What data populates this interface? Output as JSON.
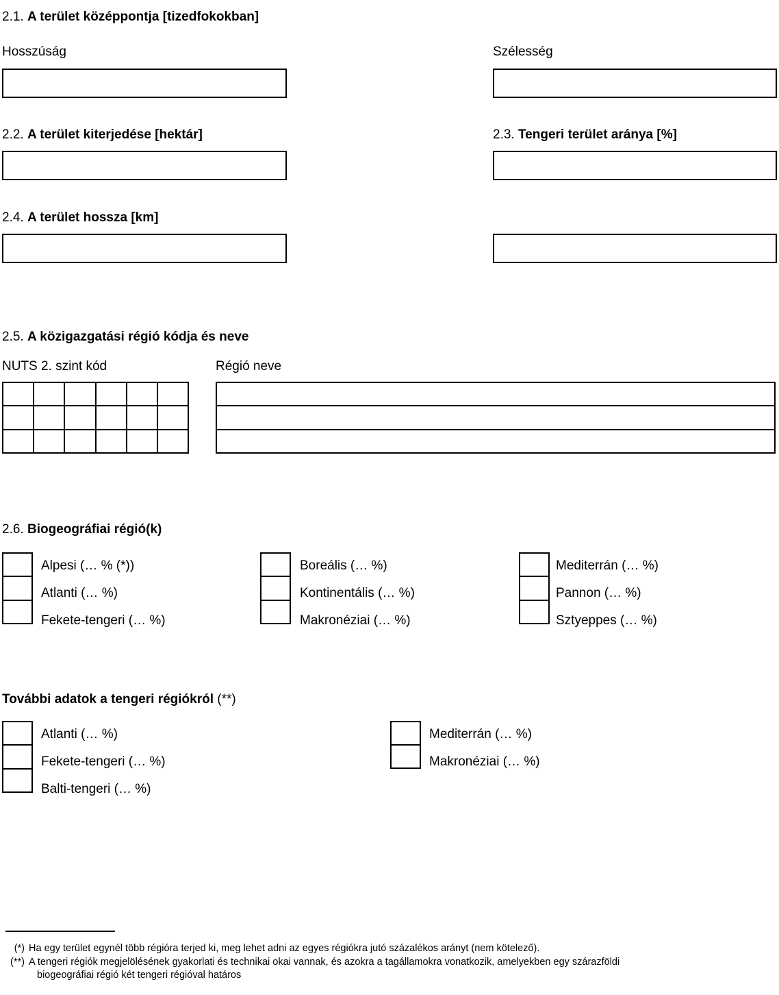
{
  "document": {
    "language": "hu"
  },
  "sections": {
    "s21": {
      "number": "2.1.",
      "title": "A terület középpontja [tizedfokokban]",
      "longitude_label": "Hosszúság",
      "latitude_label": "Szélesség",
      "longitude_value": "",
      "latitude_value": ""
    },
    "s22": {
      "number": "2.2.",
      "title": "A terület kiterjedése [hektár]",
      "value": ""
    },
    "s23": {
      "number": "2.3.",
      "title": "Tengeri terület aránya [%]",
      "value": ""
    },
    "s24": {
      "number": "2.4.",
      "title": "A terület hossza [km]",
      "value": "",
      "extra_value": ""
    },
    "s25": {
      "number": "2.5.",
      "title": "A közigazgatási régió kódja és neve",
      "nuts_label": "NUTS 2. szint kód",
      "region_label": "Régió neve",
      "nuts_columns": 6,
      "nuts_rows": 3,
      "nuts_values": [
        [
          "",
          "",
          "",
          "",
          "",
          ""
        ],
        [
          "",
          "",
          "",
          "",
          "",
          ""
        ],
        [
          "",
          "",
          "",
          "",
          "",
          ""
        ]
      ],
      "region_names": [
        "",
        "",
        ""
      ]
    },
    "s26": {
      "number": "2.6.",
      "title": "Biogeográfiai régió(k)",
      "columns": [
        {
          "items": [
            {
              "label": "Alpesi (… % (*))",
              "checked": false
            },
            {
              "label": "Atlanti (… %)",
              "checked": false
            },
            {
              "label": "Fekete-tengeri (… %)",
              "checked": false
            }
          ]
        },
        {
          "items": [
            {
              "label": "Boreális (… %)",
              "checked": false
            },
            {
              "label": "Kontinentális (… %)",
              "checked": false
            },
            {
              "label": "Makronéziai (… %)",
              "checked": false
            }
          ]
        },
        {
          "items": [
            {
              "label": "Mediterrán (… %)",
              "checked": false
            },
            {
              "label": "Pannon (… %)",
              "checked": false
            },
            {
              "label": "Sztyeppes (… %)",
              "checked": false
            }
          ]
        }
      ]
    },
    "marine": {
      "title": "További adatok a tengeri régiókról",
      "title_note": "(**)",
      "columns": [
        {
          "items": [
            {
              "label": "Atlanti (… %)",
              "checked": false
            },
            {
              "label": "Fekete-tengeri (… %)",
              "checked": false
            },
            {
              "label": "Balti-tengeri (… %)",
              "checked": false
            }
          ]
        },
        {
          "items": [
            {
              "label": "Mediterrán (… %)",
              "checked": false
            },
            {
              "label": "Makronéziai (… %)",
              "checked": false
            }
          ]
        }
      ]
    }
  },
  "footnotes": [
    {
      "mark": "(*)",
      "text": "Ha egy terület egynél több régióra terjed ki, meg lehet adni az egyes régiókra jutó százalékos arányt (nem kötelező).",
      "continuation": ""
    },
    {
      "mark": "(**)",
      "text": "A tengeri régiók megjelölésének gyakorlati és technikai okai vannak, és azokra a tagállamokra vonatkozik, amelyekben egy szárazföldi",
      "continuation": "biogeográfiai régió két tengeri régióval határos"
    }
  ]
}
